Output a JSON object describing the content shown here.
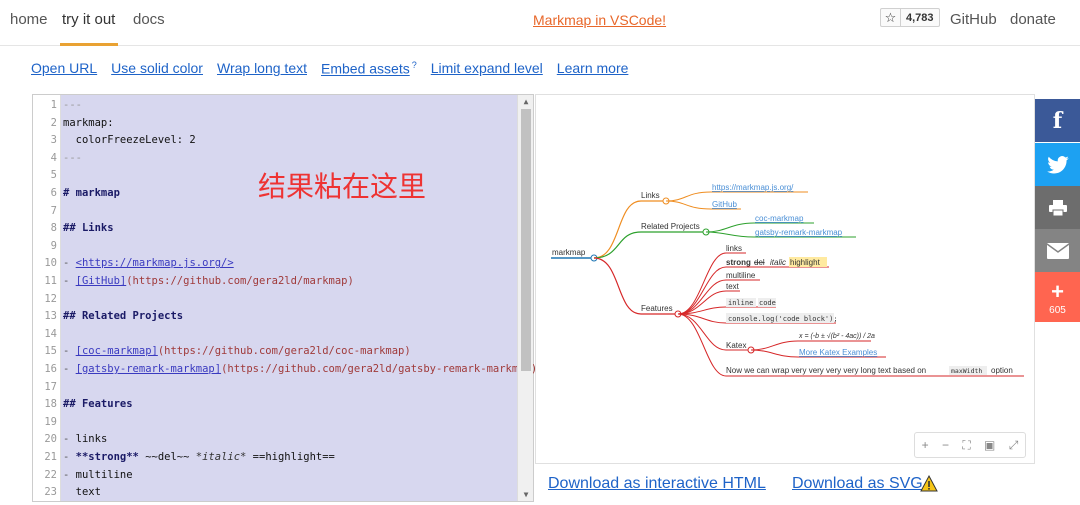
{
  "nav": {
    "home": "home",
    "try": "try it out",
    "docs": "docs",
    "vscode": "Markmap in VSCode!",
    "stars": "4,783",
    "github": "GitHub",
    "donate": "donate"
  },
  "toolbar": {
    "open_url": "Open URL",
    "solid_color": "Use solid color",
    "wrap_text": "Wrap long text",
    "embed_assets": "Embed assets",
    "embed_sup": "?",
    "limit_expand": "Limit expand level",
    "learn_more": "Learn more"
  },
  "editor": {
    "overlay": "结果粘在这里",
    "lines": [
      {
        "n": "1",
        "parts": [
          [
            "dash",
            "---"
          ]
        ]
      },
      {
        "n": "2",
        "parts": [
          [
            "key",
            "markmap:"
          ]
        ]
      },
      {
        "n": "3",
        "parts": [
          [
            "key",
            "  colorFreezeLevel: 2"
          ]
        ]
      },
      {
        "n": "4",
        "parts": [
          [
            "dash",
            "---"
          ]
        ]
      },
      {
        "n": "5",
        "parts": []
      },
      {
        "n": "6",
        "parts": [
          [
            "heading",
            "# markmap"
          ]
        ]
      },
      {
        "n": "7",
        "parts": []
      },
      {
        "n": "8",
        "parts": [
          [
            "heading",
            "## Links"
          ]
        ]
      },
      {
        "n": "9",
        "parts": []
      },
      {
        "n": "10",
        "parts": [
          [
            "bullet",
            "- "
          ],
          [
            "link",
            "<https://markmap.js.org/>"
          ]
        ]
      },
      {
        "n": "11",
        "parts": [
          [
            "bullet",
            "- "
          ],
          [
            "link",
            "[GitHub]"
          ],
          [
            "url",
            "(https://github.com/gera2ld/markmap)"
          ]
        ]
      },
      {
        "n": "12",
        "parts": []
      },
      {
        "n": "13",
        "parts": [
          [
            "heading",
            "## Related Projects"
          ]
        ]
      },
      {
        "n": "14",
        "parts": []
      },
      {
        "n": "15",
        "parts": [
          [
            "bullet",
            "- "
          ],
          [
            "link",
            "[coc-markmap]"
          ],
          [
            "url",
            "(https://github.com/gera2ld/coc-markmap)"
          ]
        ]
      },
      {
        "n": "16",
        "parts": [
          [
            "bullet",
            "- "
          ],
          [
            "link",
            "[gatsby-remark-markmap]"
          ],
          [
            "url",
            "(https://github.com/gera2ld/gatsby-remark-markmap)"
          ]
        ]
      },
      {
        "n": "17",
        "parts": []
      },
      {
        "n": "18",
        "parts": [
          [
            "heading",
            "## Features"
          ]
        ]
      },
      {
        "n": "19",
        "parts": []
      },
      {
        "n": "20",
        "parts": [
          [
            "bullet",
            "- "
          ],
          [
            "key",
            "links"
          ]
        ]
      },
      {
        "n": "21",
        "parts": [
          [
            "bullet",
            "- "
          ],
          [
            "str",
            "**strong**"
          ],
          [
            "key",
            " ~~del~~ "
          ],
          [
            "em",
            "*italic*"
          ],
          [
            "key",
            " ==highlight=="
          ]
        ]
      },
      {
        "n": "22",
        "parts": [
          [
            "bullet",
            "- "
          ],
          [
            "key",
            "multiline"
          ]
        ]
      },
      {
        "n": "23",
        "parts": [
          [
            "key",
            "  text"
          ]
        ]
      }
    ]
  },
  "map": {
    "root": "markmap",
    "links": "Links",
    "link1": "https://markmap.js.org/",
    "link2": "GitHub",
    "related": "Related Projects",
    "rel1": "coc-markmap",
    "rel2": "gatsby-remark-markmap",
    "features": "Features",
    "f_links": "links",
    "f_strong": "strong",
    "f_del": "del",
    "f_italic": "italic",
    "f_highlight": "highlight",
    "f_multiline": "multiline",
    "f_text": "text",
    "f_inline": "inline",
    "f_code": "code",
    "f_console": "console.log('code block');",
    "katex": "Katex",
    "katex_formula": "x = (-b ± √(b² - 4ac)) / 2a",
    "katex_more": "More Katex Examples",
    "wrap_pre": "Now we can wrap very very very very long text based on",
    "wrap_code": "maxWidth",
    "wrap_post": "option",
    "controls": [
      "+",
      "−",
      "⛶",
      "▣",
      "⤢"
    ],
    "colors": {
      "links": "#ef8d20",
      "related": "#2ca02c",
      "features": "#d62728",
      "root": "#1f77b4"
    }
  },
  "downloads": {
    "html": "Download as interactive HTML",
    "svg": "Download as SVG"
  },
  "share": {
    "facebook": "f",
    "twitter": "t",
    "print": "p",
    "email": "e",
    "plus": "+",
    "count": "605"
  }
}
